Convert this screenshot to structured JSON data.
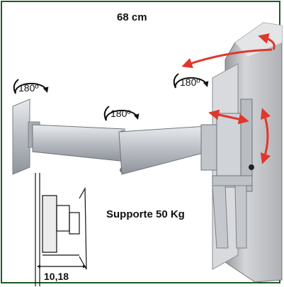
{
  "labels": {
    "width_dimension": "68 cm",
    "rotation_left": "180º",
    "rotation_middle": "180º",
    "rotation_right": "180º",
    "load_capacity": "Supporte 50 Kg",
    "depth_dimension": "10,18"
  },
  "colors": {
    "border": "#1e5a2a",
    "arrow_red": "#e0362c",
    "metal": "#bfc3c8",
    "panel": "#c8c9cc"
  }
}
